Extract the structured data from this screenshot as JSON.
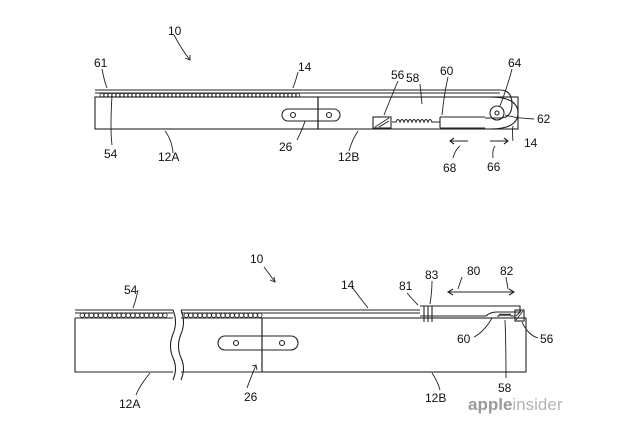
{
  "figure_top": {
    "ref_device": "10",
    "labels": {
      "l61": "61",
      "l14": "14",
      "l56": "56",
      "l58": "58",
      "l60": "60",
      "l64": "64",
      "l62": "62",
      "l14b": "14",
      "l54": "54",
      "l12a": "12A",
      "l26": "26",
      "l12b": "12B",
      "l68": "68",
      "l66": "66"
    }
  },
  "figure_bottom": {
    "ref_device": "10",
    "labels": {
      "l54": "54",
      "l14": "14",
      "l81": "81",
      "l83": "83",
      "l80": "80",
      "l82": "82",
      "l60": "60",
      "l56": "56",
      "l26": "26",
      "l12a": "12A",
      "l12b": "12B",
      "l58": "58"
    }
  },
  "watermark": {
    "part1": "apple",
    "part2": "insider"
  },
  "colors": {
    "line": "#222222",
    "watermark": "#9a9a9a"
  }
}
